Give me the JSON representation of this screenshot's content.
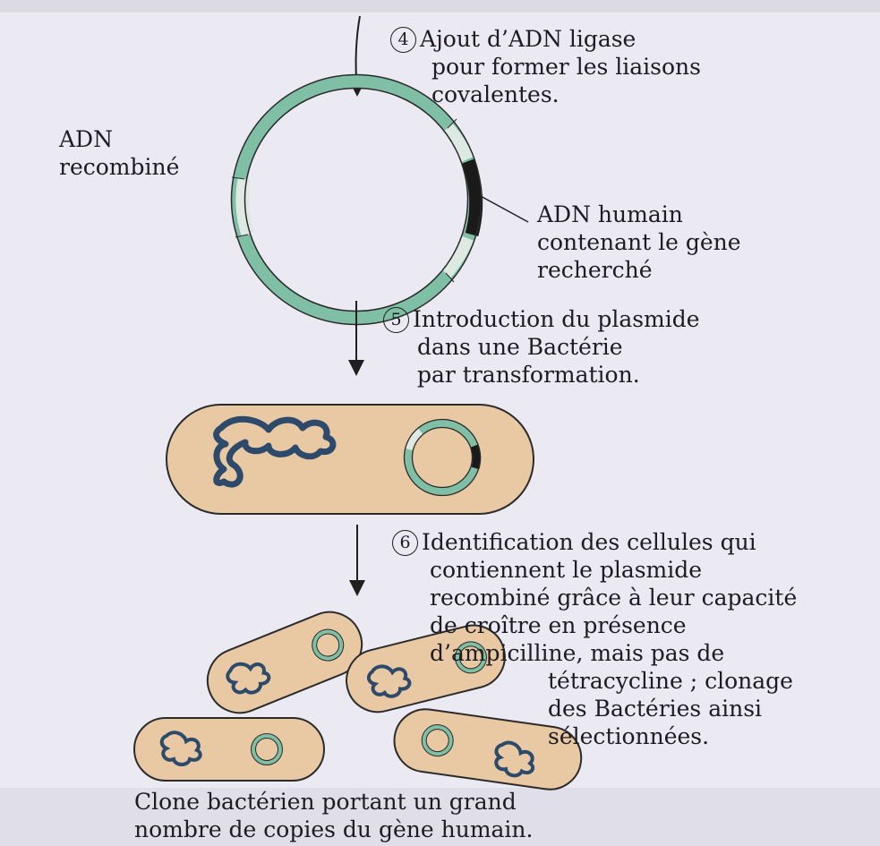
{
  "steps": [
    {
      "number": "4",
      "lines": [
        "Ajout d’ADN ligase",
        "pour former les liaisons",
        "covalentes."
      ]
    },
    {
      "number": "5",
      "lines": [
        "Introduction du plasmide",
        "dans une Bactérie",
        "par transformation."
      ]
    },
    {
      "number": "6",
      "lines": [
        "Identification des cellules qui",
        "contiennent le plasmide",
        "recombiné grâce à leur capacité",
        "de croître en présence",
        "d’ampicilline, mais pas de",
        "tétracycline ; clonage",
        "des Bactéries ainsi",
        "sélectionnées."
      ]
    }
  ],
  "labels": {
    "recombinant_dna": [
      "ADN",
      "recombiné"
    ],
    "human_dna": [
      "ADN humain",
      "contenant le gène",
      "recherché"
    ],
    "clone": [
      "Clone bactérien portant un grand",
      "nombre de copies du gène humain."
    ]
  },
  "colors": {
    "plasmid_green": "#7fbfa5",
    "insert_black": "#1a1a1a",
    "light_segment": "#dfe9e3",
    "cell_fill": "#e9c9a4",
    "cell_border": "#2b2b2b",
    "chromosome_blue": "#2d4a6a",
    "page_bg": "#ebe9f1"
  }
}
